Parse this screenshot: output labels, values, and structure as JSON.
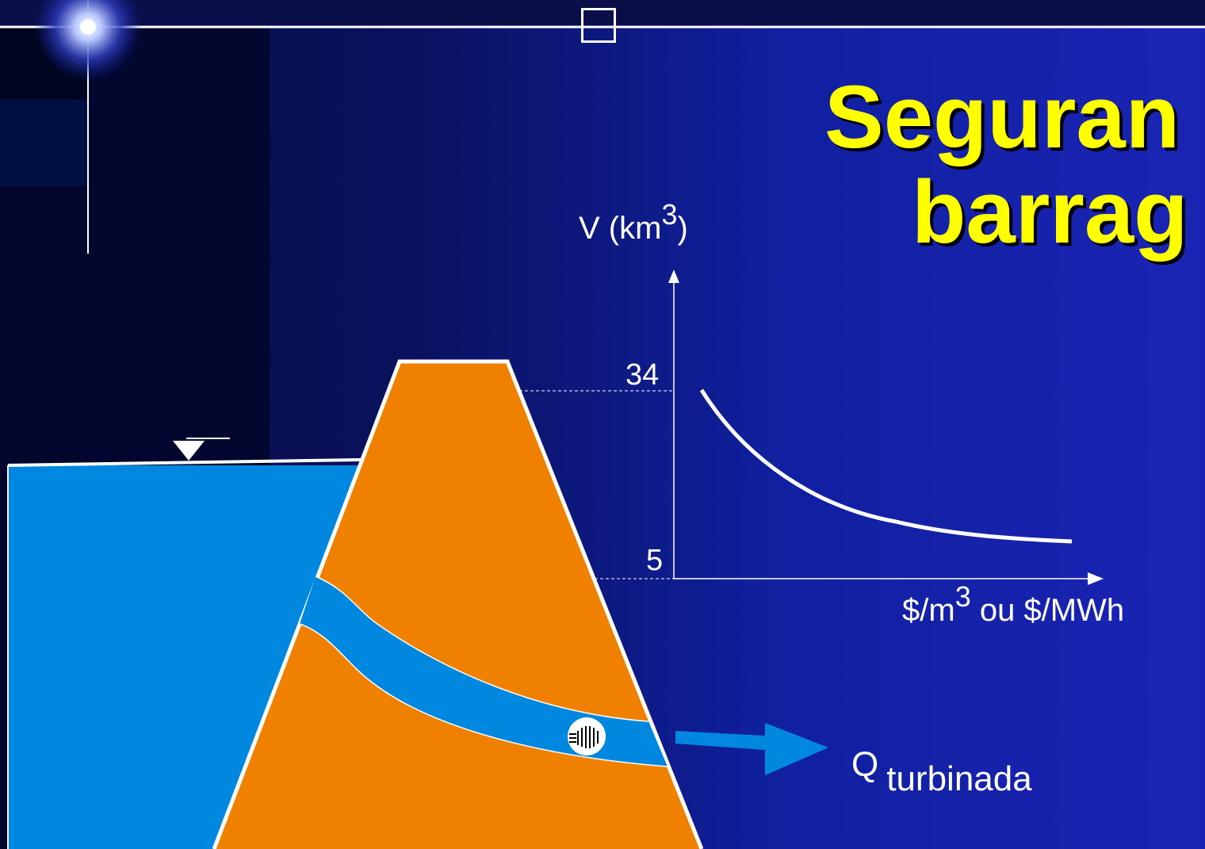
{
  "slide": {
    "title_line1": "Seguran",
    "title_line2": "barrag"
  },
  "chart": {
    "y_axis_label": "V (km",
    "y_axis_sup": "3",
    "y_axis_close": ")",
    "x_axis_label_prefix": "$/m",
    "x_axis_sup": "3",
    "x_axis_label_suffix": " ou $/MWh",
    "y_ticks": [
      "34",
      "5"
    ]
  },
  "flow": {
    "label": "Q",
    "subscript": "turbinada"
  },
  "colors": {
    "title": "#ffff00",
    "water": "#0088e0",
    "dam": "#f08000",
    "curve": "#ffffff"
  },
  "icons": {
    "turbine": "turbine-icon",
    "water_level": "water-level-triangle-icon",
    "flow_arrow": "flow-arrow-icon"
  }
}
